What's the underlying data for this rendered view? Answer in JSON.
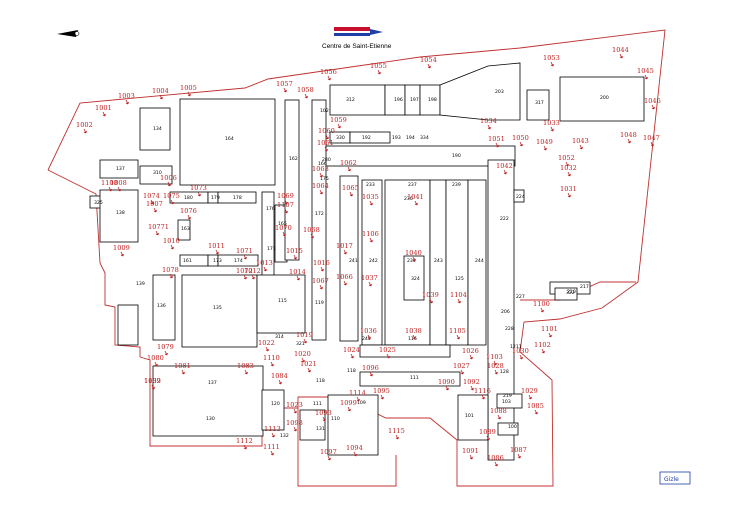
{
  "header": {
    "title": "Centre de Saint-Etienne",
    "logo_colors": [
      "#c8102e",
      "#1f3fa6"
    ]
  },
  "footer": {
    "logo_text": "Gizle"
  },
  "icons": {
    "north_arrow": "north-arrow-icon"
  },
  "colors": {
    "outline": "#c03030",
    "labels": "#c02020",
    "buildings": "#000000"
  },
  "buildings": [
    "312",
    "196",
    "197",
    "198",
    "203",
    "317",
    "200",
    "134",
    "164",
    "137",
    "310",
    "180",
    "179",
    "178",
    "176",
    "330",
    "192",
    "193",
    "194",
    "334",
    "190",
    "325",
    "138",
    "162",
    "163",
    "161",
    "173",
    "174",
    "171",
    "165",
    "172",
    "166",
    "175",
    "233",
    "237",
    "239",
    "236",
    "241",
    "242",
    "243",
    "244",
    "222",
    "224",
    "135",
    "136",
    "139",
    "115",
    "137",
    "130",
    "118",
    "119",
    "120",
    "132",
    "131",
    "118",
    "111",
    "110",
    "109",
    "111",
    "116",
    "245",
    "230",
    "125",
    "128",
    "206",
    "228",
    "227",
    "1211",
    "217",
    "210",
    "219",
    "101",
    "103",
    "100",
    "102",
    "314",
    "321",
    "322",
    "324",
    "280",
    "104"
  ],
  "map_labels": [
    "1001",
    "1002",
    "1003",
    "1004",
    "1005",
    "1006",
    "1007",
    "1008",
    "1009",
    "1010",
    "1011",
    "1012",
    "1013",
    "1014",
    "1015",
    "1016",
    "1017",
    "1019",
    "1020",
    "1021",
    "1022",
    "1023",
    "1024",
    "1025",
    "1026",
    "1027",
    "1028",
    "1029",
    "1030",
    "1031",
    "1032",
    "1033",
    "1034",
    "1035",
    "1036",
    "1037",
    "1038",
    "1039",
    "1040",
    "1041",
    "1042",
    "1043",
    "1044",
    "1045",
    "1046",
    "1047",
    "1048",
    "1049",
    "1050",
    "1051",
    "1052",
    "1053",
    "1054",
    "1055",
    "1056",
    "1057",
    "1058",
    "1059",
    "1060",
    "1061",
    "1062",
    "1063",
    "1064",
    "1065",
    "1066",
    "1067",
    "1068",
    "1069",
    "1070",
    "1071",
    "1072",
    "1073",
    "1074",
    "1075",
    "1076",
    "10771",
    "1078",
    "1079",
    "1080",
    "1081",
    "1082",
    "1083",
    "1084",
    "1085",
    "1086",
    "1087",
    "1088",
    "1089",
    "1090",
    "1091",
    "1092",
    "1093",
    "1094",
    "1095",
    "1096",
    "1097",
    "1098",
    "1099",
    "1100",
    "1101",
    "1102",
    "1103",
    "1104",
    "1105",
    "1106",
    "1107",
    "1108",
    "1109",
    "1110",
    "1111",
    "1112",
    "1113",
    "1114",
    "1115",
    "1116"
  ]
}
